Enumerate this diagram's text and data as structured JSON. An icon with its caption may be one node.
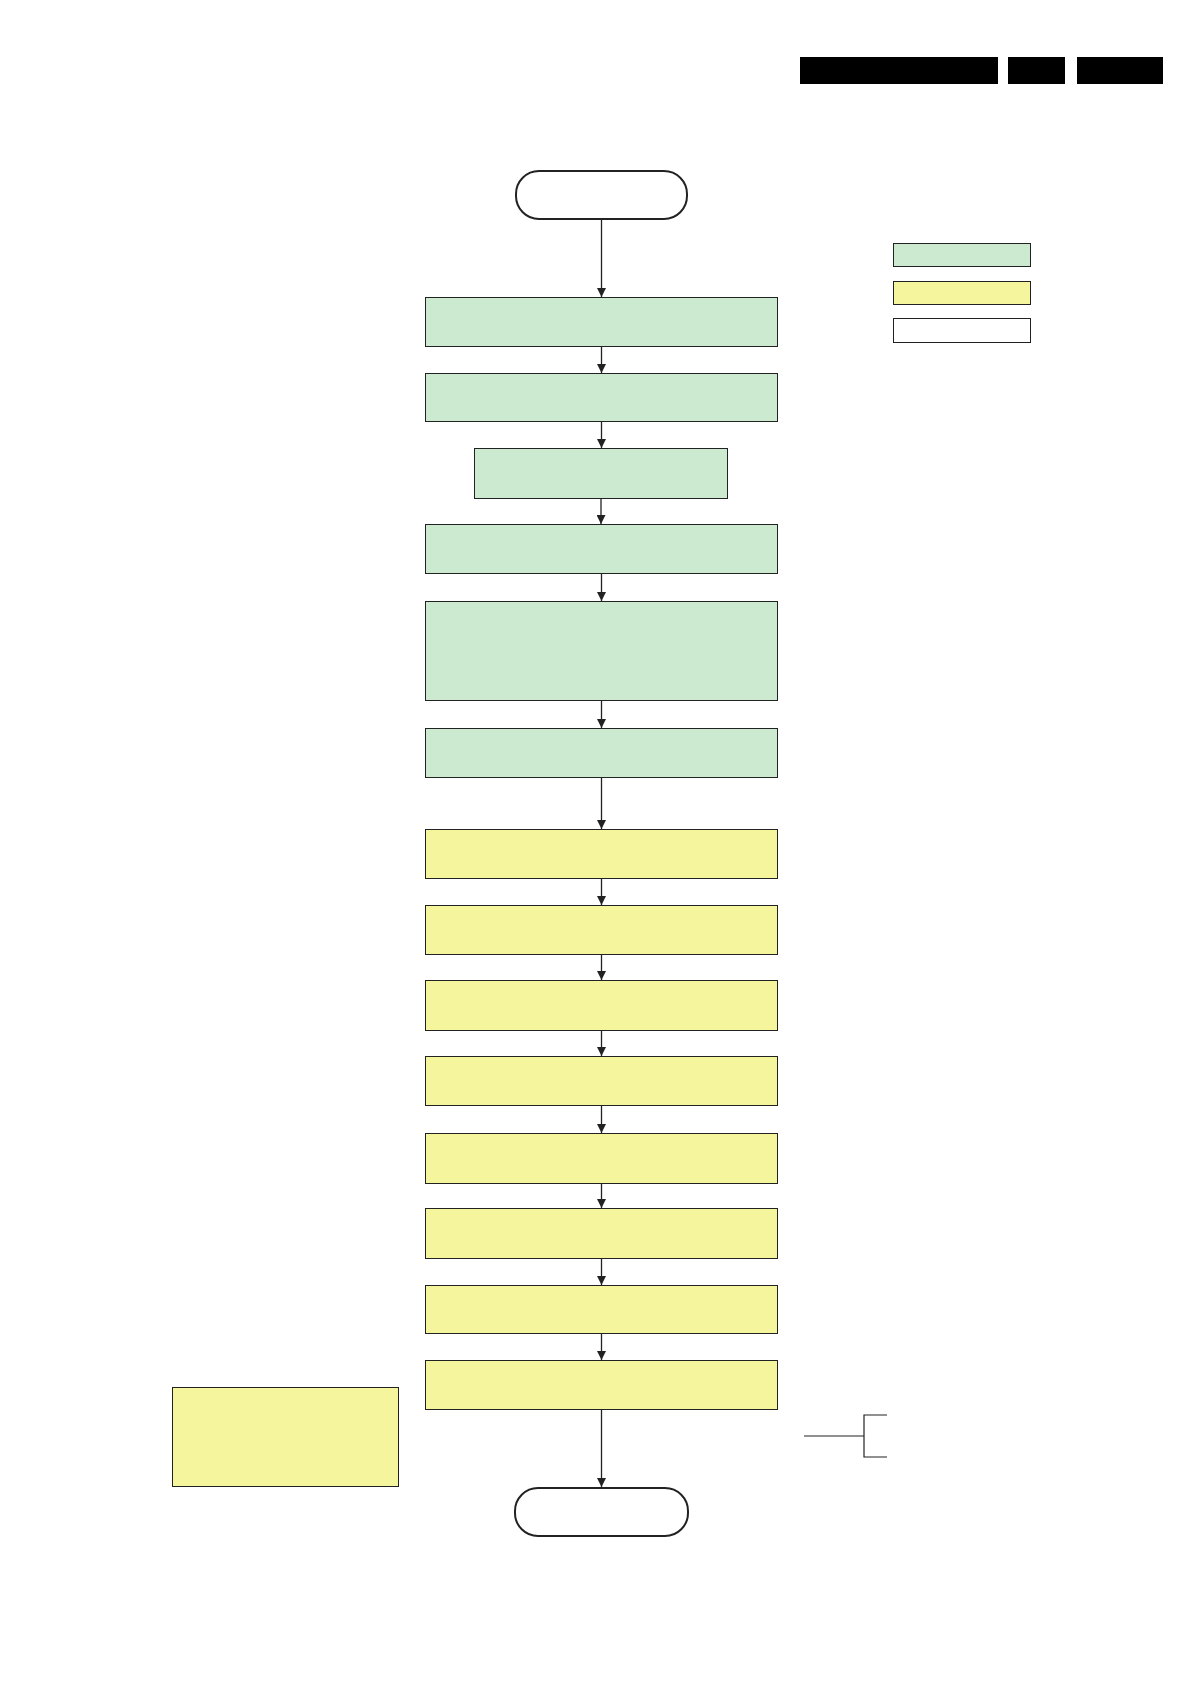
{
  "diagram": {
    "nodes": [
      {
        "text": [],
        "shape": "oval"
      },
      {
        "text": [],
        "shape": "box"
      },
      {
        "text": [],
        "shape": "box"
      },
      {
        "text": [],
        "shape": "box"
      },
      {
        "text": [],
        "shape": "box"
      },
      {
        "text": [],
        "shape": "box"
      },
      {
        "text": [],
        "shape": "box"
      },
      {
        "text": [],
        "shape": "box"
      },
      {
        "text": [],
        "shape": "box"
      },
      {
        "text": [],
        "shape": "box"
      },
      {
        "text": [],
        "shape": "box"
      },
      {
        "text": [],
        "shape": "box"
      },
      {
        "text": [],
        "shape": "box"
      },
      {
        "text": [],
        "shape": "box"
      },
      {
        "text": [],
        "shape": "box"
      },
      {
        "text": [],
        "shape": "box"
      },
      {
        "text": [],
        "shape": "box"
      },
      {
        "text": [],
        "shape": "box"
      },
      {
        "text": [],
        "shape": "box"
      },
      {
        "text": [],
        "shape": "oval"
      }
    ],
    "edges": [
      {
        "from": 0,
        "to": 4,
        "arrow": "to"
      },
      {
        "from": 4,
        "to": 5,
        "arrow": "to"
      },
      {
        "from": 5,
        "to": 6,
        "arrow": "to"
      },
      {
        "from": 6,
        "to": 7,
        "arrow": "to"
      },
      {
        "from": 7,
        "to": 8,
        "arrow": "to"
      },
      {
        "from": 8,
        "to": 9,
        "arrow": "to"
      },
      {
        "from": 9,
        "to": 10,
        "arrow": "to"
      },
      {
        "from": 10,
        "to": 11,
        "arrow": "to"
      },
      {
        "from": 11,
        "to": 12,
        "arrow": "to"
      },
      {
        "from": 12,
        "to": 13,
        "arrow": "to"
      },
      {
        "from": 13,
        "to": 14,
        "arrow": "to"
      },
      {
        "from": 14,
        "to": 15,
        "arrow": "to"
      },
      {
        "from": 15,
        "to": 16,
        "arrow": "to"
      },
      {
        "from": 16,
        "to": 17,
        "arrow": "to"
      },
      {
        "from": 17,
        "to": 19,
        "arrow": "to"
      }
    ]
  }
}
